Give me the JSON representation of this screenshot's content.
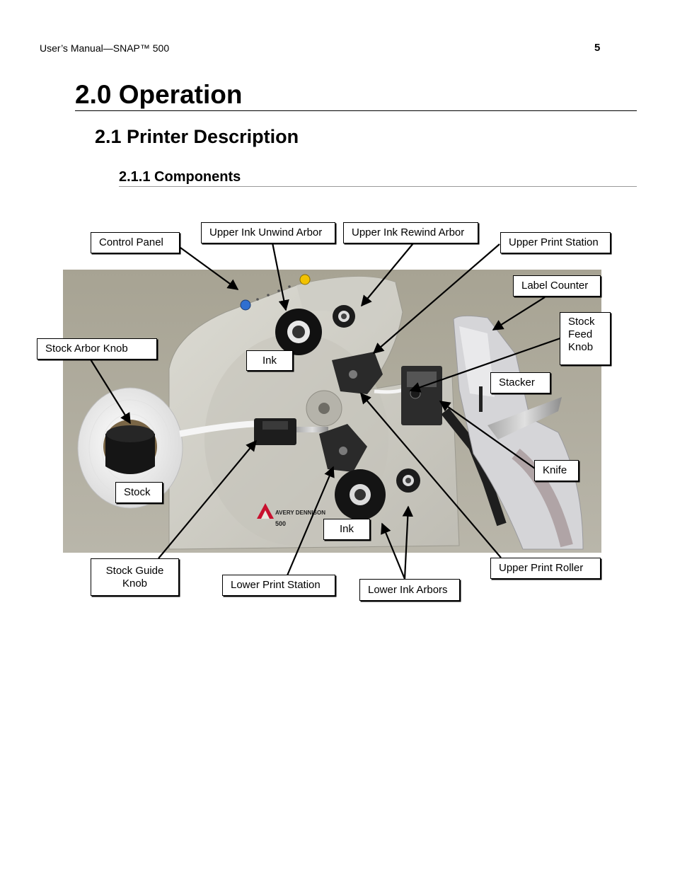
{
  "header": {
    "running_title": "User’s Manual—SNAP™ 500",
    "page_number": "5"
  },
  "headings": {
    "h1": "2.0 Operation",
    "h2": "2.1  Printer Description",
    "h3": "2.1.1 Components"
  },
  "figure": {
    "machine_label": "SNAP 500 printer with component callouts",
    "brand_text": "AVERY DENNISON",
    "model_text": "500",
    "callouts": {
      "control_panel": "Control Panel",
      "upper_ink_unwind_arbor": "Upper Ink Unwind Arbor",
      "upper_ink_rewind_arbor": "Upper Ink Rewind Arbor",
      "upper_print_station": "Upper Print Station",
      "label_counter": "Label Counter",
      "stock_feed_knob": "Stock\nFeed\nKnob",
      "stock_arbor_knob": "Stock Arbor Knob",
      "ink_upper": "Ink",
      "stacker": "Stacker",
      "knife": "Knife",
      "stock": "Stock",
      "ink_lower": "Ink",
      "stock_guide_knob": "Stock Guide\nKnob",
      "lower_print_station": "Lower Print Station",
      "lower_ink_arbors": "Lower Ink Arbors",
      "upper_print_roller": "Upper Print Roller"
    }
  }
}
